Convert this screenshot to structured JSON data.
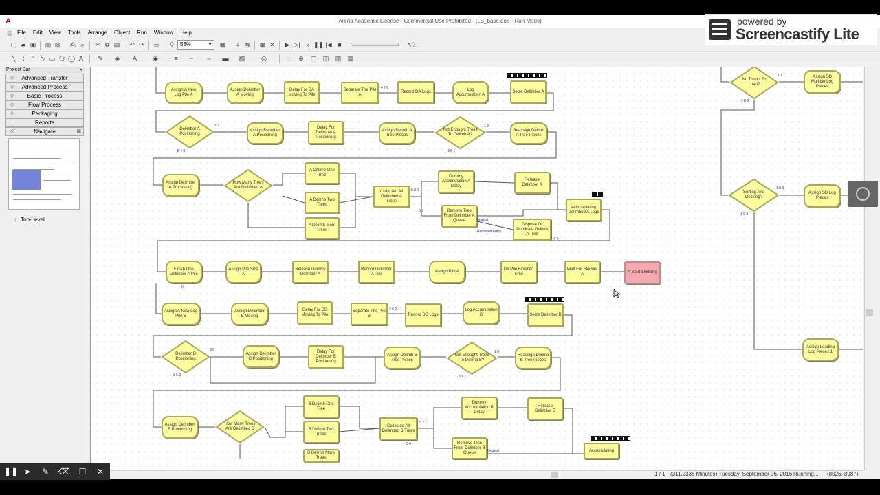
{
  "window": {
    "title": "Arena Academic License - Commercial Use Prohibited - [LS_base.doe - Run Mode]",
    "app_icon": "A"
  },
  "menu": [
    "File",
    "Edit",
    "View",
    "Tools",
    "Arrange",
    "Object",
    "Run",
    "Window",
    "Help"
  ],
  "toolbar": {
    "zoom": "58%"
  },
  "project_bar": {
    "title": "Project Bar",
    "close": "×",
    "panels": [
      "Advanced Transfer",
      "Advanced Process",
      "Basic Process",
      "Flow Process",
      "Packaging",
      "Reports",
      "Navigate"
    ],
    "tree_item": "Top-Level"
  },
  "status": {
    "page": "1 / 1",
    "time": "(311.2338 Minutes) Tuesday, September 06, 2016",
    "state": "Running...",
    "coords": "(8026, 8987)"
  },
  "watermark": {
    "small": "powered by",
    "big": "Screencastify Lite"
  },
  "modules": [
    {
      "id": "m1",
      "label": "Assign A New Log Pile A",
      "shape": "rounded"
    },
    {
      "id": "m2",
      "label": "Assign Delimber A Moving",
      "shape": "rounded"
    },
    {
      "id": "m3",
      "label": "Delay For DA Moving To Pile",
      "shape": "rect"
    },
    {
      "id": "m4",
      "label": "Separate The Pile A",
      "shape": "slant"
    },
    {
      "id": "m5",
      "label": "Record DA Logs",
      "shape": "slant"
    },
    {
      "id": "m6",
      "label": "Log Accumulation A",
      "shape": "rounded"
    },
    {
      "id": "m7",
      "label": "Seize Delimber A",
      "shape": "rect"
    },
    {
      "id": "m8",
      "label": "Assign Delimber A Positioning",
      "shape": "rounded"
    },
    {
      "id": "m9",
      "label": "Delay For Delimber A Positioning",
      "shape": "rect"
    },
    {
      "id": "m10",
      "label": "Assign Delimb A Tree Pieces",
      "shape": "rounded"
    },
    {
      "id": "m11",
      "label": "Reassign Delimb A Tree Pieces",
      "shape": "rounded"
    },
    {
      "id": "m12",
      "label": "Assign Delimber A Processing",
      "shape": "rounded"
    },
    {
      "id": "m13",
      "label": "A Delimb One Tree",
      "shape": "rect"
    },
    {
      "id": "m14",
      "label": "A Delimb Two Trees",
      "shape": "rect"
    },
    {
      "id": "m15",
      "label": "A Delimb More Trees",
      "shape": "rect"
    },
    {
      "id": "m16",
      "label": "Collected All Delimbed A Trees",
      "shape": "slant"
    },
    {
      "id": "m17",
      "label": "Dummy Accumulation A Delay",
      "shape": "rect"
    },
    {
      "id": "m18",
      "label": "Release Delimber A",
      "shape": "rect"
    },
    {
      "id": "m19",
      "label": "Remove Tree From Delimber A Queue",
      "shape": "rect"
    },
    {
      "id": "m20",
      "label": "Dispose Of Duplicate Delimb A Tree",
      "shape": "slant"
    },
    {
      "id": "m21",
      "label": "Accumulating Delimbed A Logs",
      "shape": "rect"
    },
    {
      "id": "m22",
      "label": "Finish One Delimber A Pile",
      "shape": "rounded"
    },
    {
      "id": "m23",
      "label": "Assign Pile Size A",
      "shape": "rounded"
    },
    {
      "id": "m24",
      "label": "Release Dummy Delimber A",
      "shape": "rect"
    },
    {
      "id": "m25",
      "label": "Record Delimber A Pile",
      "shape": "slant"
    },
    {
      "id": "m26",
      "label": "Assign Pile A",
      "shape": "rounded"
    },
    {
      "id": "m27",
      "label": "DA Pile Finished Time",
      "shape": "rect"
    },
    {
      "id": "m28",
      "label": "Wait For Skidder A",
      "shape": "rect"
    },
    {
      "id": "m29",
      "label": "A Start Skidding",
      "shape": "red"
    },
    {
      "id": "m30",
      "label": "Assign A New Log Pile B",
      "shape": "rounded"
    },
    {
      "id": "m31",
      "label": "Assign Delimber B Moving",
      "shape": "rounded"
    },
    {
      "id": "m32",
      "label": "Delay For DB Moving To Pile",
      "shape": "rect"
    },
    {
      "id": "m33",
      "label": "Separate The Pile B",
      "shape": "slant"
    },
    {
      "id": "m34",
      "label": "Record DB Logs",
      "shape": "slant"
    },
    {
      "id": "m35",
      "label": "Log Accumulation B",
      "shape": "rounded"
    },
    {
      "id": "m36",
      "label": "Seize Delimber B",
      "shape": "rect"
    },
    {
      "id": "m37",
      "label": "Assign Delimber B Positioning",
      "shape": "rounded"
    },
    {
      "id": "m38",
      "label": "Delay For Delimber B Positioning",
      "shape": "rect"
    },
    {
      "id": "m39",
      "label": "Assign Delimb B Tree Pieces",
      "shape": "rounded"
    },
    {
      "id": "m40",
      "label": "Reassign Delimb B Tree Pieces",
      "shape": "rounded"
    },
    {
      "id": "m41",
      "label": "Assign Delimber B Processing",
      "shape": "rounded"
    },
    {
      "id": "m42",
      "label": "B Delimb One Tree",
      "shape": "rect"
    },
    {
      "id": "m43",
      "label": "B Delimb Two Trees",
      "shape": "rect"
    },
    {
      "id": "m44",
      "label": "B Delimb More Trees",
      "shape": "rect"
    },
    {
      "id": "m45",
      "label": "Collected All Delimbed B Trees",
      "shape": "slant"
    },
    {
      "id": "m46",
      "label": "Dummy Accumulation B Delay",
      "shape": "rect"
    },
    {
      "id": "m47",
      "label": "Release Delimber B",
      "shape": "rect"
    },
    {
      "id": "m48",
      "label": "Remove Tree From Delimber B Queue",
      "shape": "rect"
    },
    {
      "id": "m49",
      "label": "Accumulating",
      "shape": "rect"
    },
    {
      "id": "m50",
      "label": "Assign SD Multiple Log Pieces",
      "shape": "rounded"
    },
    {
      "id": "m51",
      "label": "Assign SD Log Pieces",
      "shape": "rounded"
    },
    {
      "id": "m52",
      "label": "Assign Loading Log Pieces 1",
      "shape": "rounded"
    }
  ],
  "decisions": [
    {
      "id": "d1",
      "label": "Delimber A Positioning"
    },
    {
      "id": "d2",
      "label": "Not Enought Trees To Delimb A?"
    },
    {
      "id": "d3",
      "label": "How Many Trees Are Delimbed A"
    },
    {
      "id": "d4",
      "label": "Delimber B Positioning"
    },
    {
      "id": "d5",
      "label": "Not Enought Trees To Delimb B?"
    },
    {
      "id": "d6",
      "label": "How Many Trees Are Delimbed B"
    },
    {
      "id": "d7",
      "label": "No Trucks To Load?"
    },
    {
      "id": "d8",
      "label": "Sorting And Decking?"
    }
  ],
  "counters": [
    {
      "id": "c1",
      "text": "4 7 9"
    },
    {
      "id": "c2",
      "text": "3 0"
    },
    {
      "id": "c3",
      "text": "1 9"
    },
    {
      "id": "c4",
      "text": "5 4 9"
    },
    {
      "id": "c5",
      "text": "3 6 1"
    },
    {
      "id": "c6",
      "text": "5 0 0"
    },
    {
      "id": "c7",
      "text": "5 7"
    },
    {
      "id": "c8",
      "text": "Original"
    },
    {
      "id": "c9",
      "text": "Removed Entity"
    },
    {
      "id": "c10",
      "text": "4 7"
    },
    {
      "id": "c11",
      "text": "0"
    },
    {
      "id": "c12",
      "text": "4 6 2"
    },
    {
      "id": "c13",
      "text": "3 0"
    },
    {
      "id": "c14",
      "text": "1 9"
    },
    {
      "id": "c15",
      "text": "3 5 2"
    },
    {
      "id": "c16",
      "text": "3 7 2"
    },
    {
      "id": "c17",
      "text": "5 2 7"
    },
    {
      "id": "c18",
      "text": "5 4"
    },
    {
      "id": "c19",
      "text": "Original"
    },
    {
      "id": "c20",
      "text": "1 1"
    },
    {
      "id": "c21",
      "text": "2 0 8"
    },
    {
      "id": "c22",
      "text": "1 8 3"
    },
    {
      "id": "c23",
      "text": "1 9 3"
    }
  ]
}
